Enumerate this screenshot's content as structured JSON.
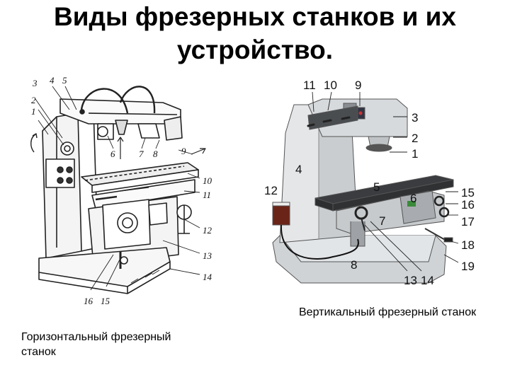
{
  "slide": {
    "title_line1": "Виды фрезерных станков и их",
    "title_line2": "устройство."
  },
  "horizontal_machine": {
    "caption": "Горизонтальный фрезерный станок",
    "callouts": [
      "1",
      "2",
      "3",
      "4",
      "5",
      "6",
      "7",
      "8",
      "9",
      "10",
      "11",
      "12",
      "13",
      "14",
      "15",
      "16"
    ]
  },
  "vertical_machine": {
    "caption": "Вертикальный фрезерный станок",
    "callouts": [
      "1",
      "2",
      "3",
      "4",
      "5",
      "6",
      "7",
      "8",
      "9",
      "10",
      "11",
      "12",
      "13",
      "14",
      "15",
      "16",
      "17",
      "18",
      "19"
    ]
  }
}
